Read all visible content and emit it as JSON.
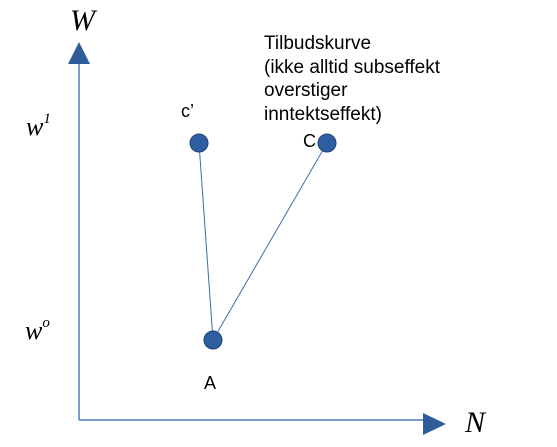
{
  "axes": {
    "y_label": "W",
    "x_label": "N"
  },
  "wage_labels": {
    "w1_base": "w",
    "w1_sup": "1",
    "w0_base": "w",
    "w0_sup": "o"
  },
  "points": {
    "c_prime": "c’",
    "C": "C",
    "A": "A"
  },
  "annotation": {
    "lines": [
      "Tilbudskurve",
      "(ikke alltid subseffekt",
      "overstiger",
      "inntektseffekt)"
    ]
  },
  "colors": {
    "axis": "#4f7fb7",
    "arrow": "#2e5e99",
    "point_fill": "#2e5fa1",
    "point_stroke": "#1f4478",
    "line": "#3d6ea8"
  }
}
